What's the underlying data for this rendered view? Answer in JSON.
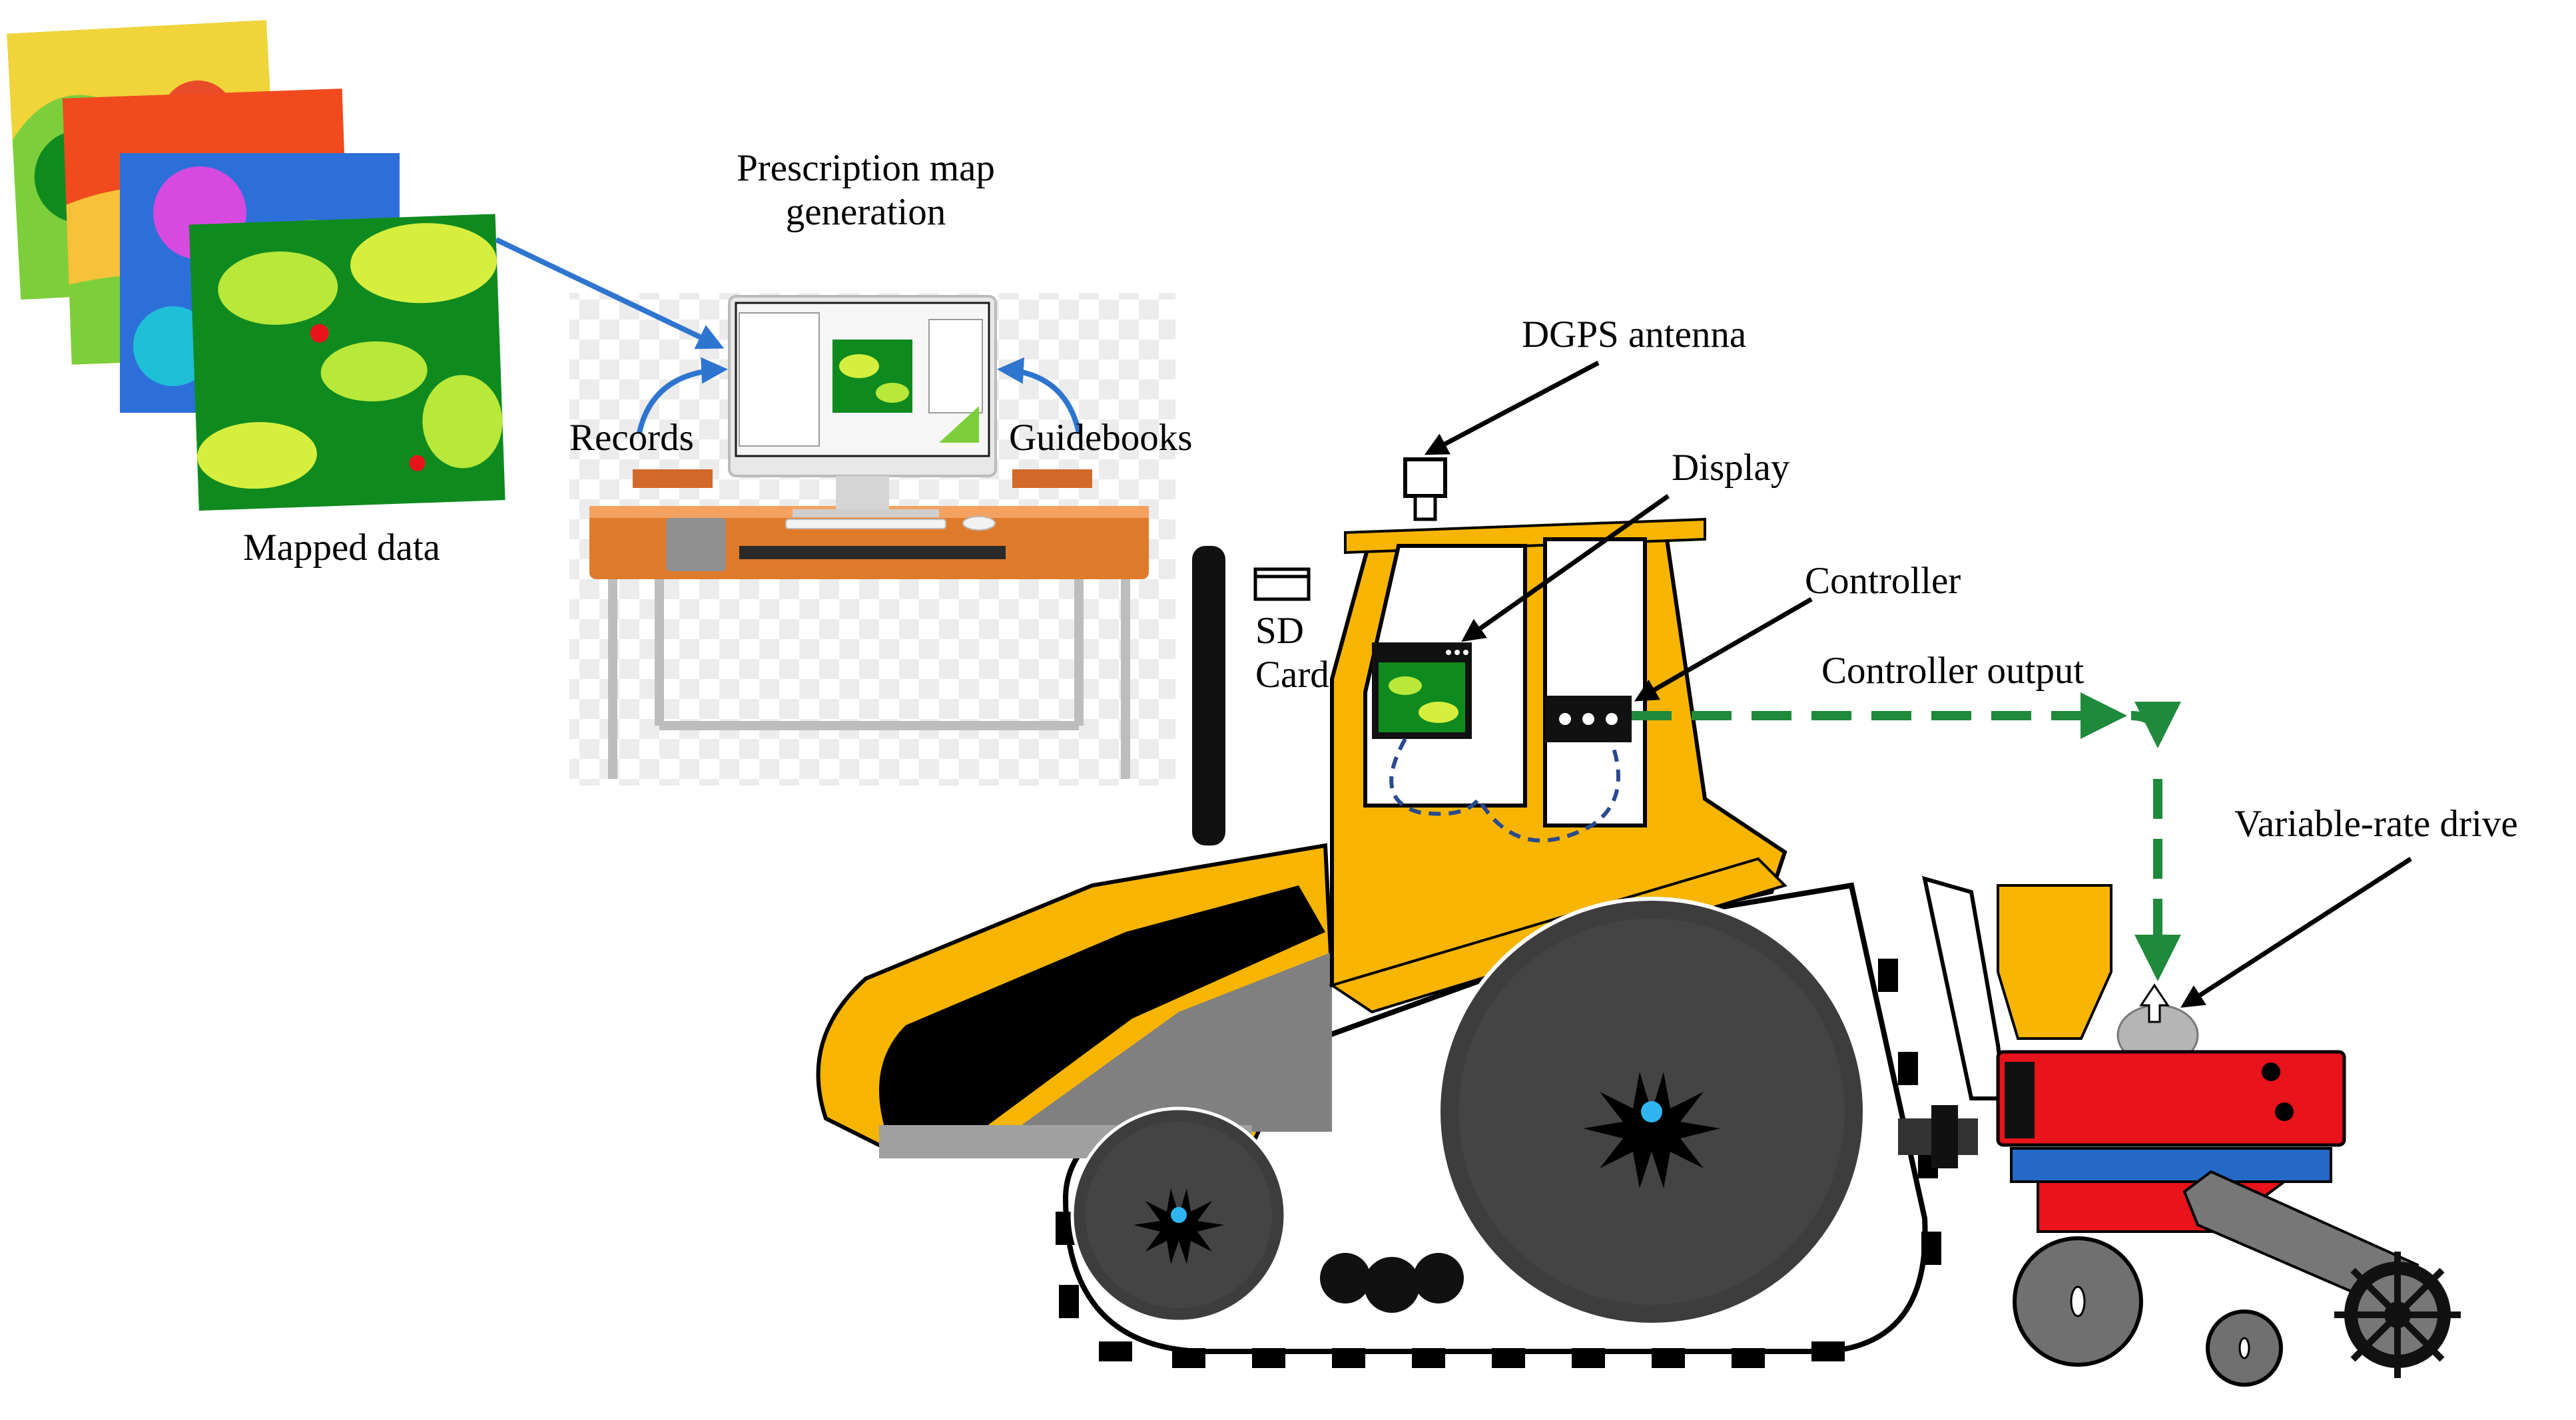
{
  "labels": {
    "prescription_line1": "Prescription map",
    "prescription_line2": "generation",
    "records": "Records",
    "guidebooks": "Guidebooks",
    "mapped_data": "Mapped data",
    "dgps_antenna": "DGPS antenna",
    "display": "Display",
    "controller": "Controller",
    "controller_output": "Controller output",
    "sd_line1": "SD",
    "sd_line2": "Card",
    "variable_rate_drive": "Variable-rate drive"
  },
  "colors": {
    "tractor_yellow": "#f7b500",
    "arrow_blue": "#2e75cf",
    "signal_green": "#1f8a3b",
    "map_green": "#0f8a1f",
    "desk_orange": "#e07a2b",
    "implement_red": "#e8131b",
    "implement_blue": "#2469c6",
    "wheel_dark": "#3a3a3a",
    "hub_cyan": "#2fb6f0"
  }
}
